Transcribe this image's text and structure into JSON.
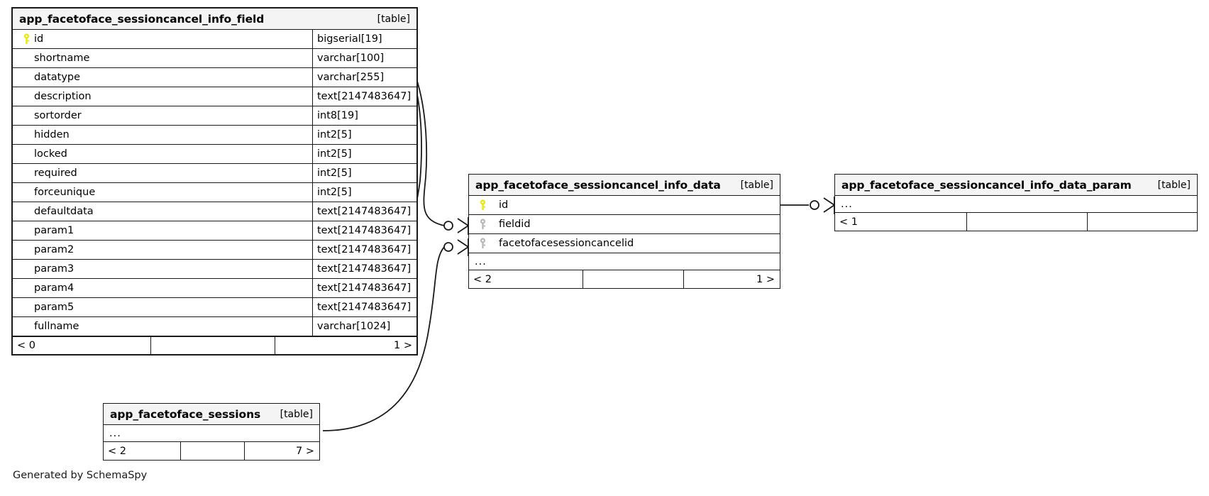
{
  "diagram": {
    "generator_note": "Generated by SchemaSpy",
    "table_tag": "[table]",
    "ellipsis": "...",
    "key_icon_primary": "key-icon",
    "key_icon_foreign": "key-icon"
  },
  "tables": [
    {
      "id": "info_field",
      "name": "app_facetoface_sessioncancel_info_field",
      "tag": "[table]",
      "columns": [
        {
          "key": "primary",
          "name": "id",
          "type": "bigserial[19]"
        },
        {
          "key": "none",
          "name": "shortname",
          "type": "varchar[100]"
        },
        {
          "key": "none",
          "name": "datatype",
          "type": "varchar[255]"
        },
        {
          "key": "none",
          "name": "description",
          "type": "text[2147483647]"
        },
        {
          "key": "none",
          "name": "sortorder",
          "type": "int8[19]"
        },
        {
          "key": "none",
          "name": "hidden",
          "type": "int2[5]"
        },
        {
          "key": "none",
          "name": "locked",
          "type": "int2[5]"
        },
        {
          "key": "none",
          "name": "required",
          "type": "int2[5]"
        },
        {
          "key": "none",
          "name": "forceunique",
          "type": "int2[5]"
        },
        {
          "key": "none",
          "name": "defaultdata",
          "type": "text[2147483647]"
        },
        {
          "key": "none",
          "name": "param1",
          "type": "text[2147483647]"
        },
        {
          "key": "none",
          "name": "param2",
          "type": "text[2147483647]"
        },
        {
          "key": "none",
          "name": "param3",
          "type": "text[2147483647]"
        },
        {
          "key": "none",
          "name": "param4",
          "type": "text[2147483647]"
        },
        {
          "key": "none",
          "name": "param5",
          "type": "text[2147483647]"
        },
        {
          "key": "none",
          "name": "fullname",
          "type": "varchar[1024]"
        }
      ],
      "footer": {
        "left": "< 0",
        "middle": "",
        "right": "1 >"
      }
    },
    {
      "id": "info_data",
      "name": "app_facetoface_sessioncancel_info_data",
      "tag": "[table]",
      "columns": [
        {
          "key": "primary",
          "name": "id",
          "type": ""
        },
        {
          "key": "foreign",
          "name": "fieldid",
          "type": ""
        },
        {
          "key": "foreign",
          "name": "facetofacesessioncancelid",
          "type": ""
        }
      ],
      "has_ellipsis": true,
      "footer": {
        "left": "< 2",
        "middle": "",
        "right": "1 >"
      }
    },
    {
      "id": "info_data_param",
      "name": "app_facetoface_sessioncancel_info_data_param",
      "tag": "[table]",
      "columns": [],
      "has_ellipsis": true,
      "footer": {
        "left": "< 1",
        "middle": "",
        "right": ""
      }
    },
    {
      "id": "sessions",
      "name": "app_facetoface_sessions",
      "tag": "[table]",
      "columns": [],
      "has_ellipsis": true,
      "footer": {
        "left": "< 2",
        "middle": "",
        "right": "7 >"
      }
    }
  ],
  "relationships": [
    {
      "from": "info_field.id",
      "to": "info_data.fieldid",
      "cardinality": "zero-or-many"
    },
    {
      "from": "sessions",
      "to": "info_data.facetofacesessioncancelid",
      "cardinality": "zero-or-many"
    },
    {
      "from": "info_data.id",
      "to": "info_data_param",
      "cardinality": "zero-or-many"
    }
  ],
  "colors": {
    "primary_key": "#e8e80f",
    "foreign_key": "#b8b8b8",
    "header_bg": "#f4f4f4",
    "border": "#1a1a1a",
    "background": "#ffffff"
  }
}
